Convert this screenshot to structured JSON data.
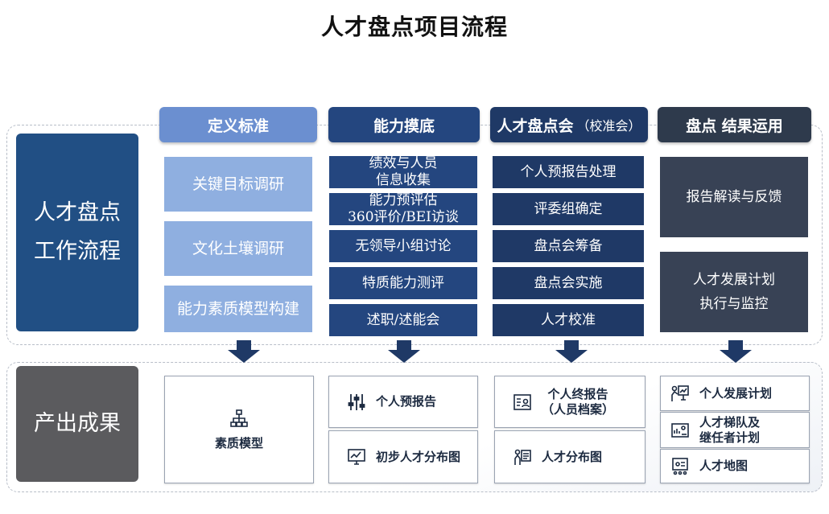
{
  "title": "人才盘点项目流程",
  "side": {
    "process": [
      "人才盘点",
      "工作流程"
    ],
    "output": "产出成果"
  },
  "headers": [
    {
      "label": "定义标准",
      "sub": ""
    },
    {
      "label": "能力摸底",
      "sub": ""
    },
    {
      "label": "人才盘点会",
      "sub": "（校准会）"
    },
    {
      "label": "盘点 结果运用",
      "sub": ""
    }
  ],
  "col1": [
    "关键目标调研",
    "文化土壤调研",
    "能力素质模型构建"
  ],
  "col2": [
    [
      "绩效与人员",
      "信息收集"
    ],
    [
      "能力预评估",
      "360评价/BEI访谈"
    ],
    [
      "无领导小组讨论"
    ],
    [
      "特质能力测评"
    ],
    [
      "述职/述能会"
    ]
  ],
  "col3": [
    "个人预报告处理",
    "评委组确定",
    "盘点会筹备",
    "盘点会实施",
    "人才校准"
  ],
  "col4": [
    [
      "报告解读与反馈"
    ],
    [
      "人才发展计划",
      "执行与监控"
    ]
  ],
  "outputs": {
    "col1": [
      {
        "label": [
          "素质模型"
        ],
        "icon": "org-chart-icon"
      }
    ],
    "col2": [
      {
        "label": [
          "个人预报告"
        ],
        "icon": "sliders-icon"
      },
      {
        "label": [
          "初步人才分布图"
        ],
        "icon": "monitor-chart-icon"
      }
    ],
    "col3": [
      {
        "label": [
          "个人终报告",
          "（人员档案）"
        ],
        "icon": "profile-card-icon"
      },
      {
        "label": [
          "人才分布图"
        ],
        "icon": "presenter-icon"
      }
    ],
    "col4": [
      {
        "label": [
          "个人发展计划"
        ],
        "icon": "board-presenter-icon"
      },
      {
        "label": [
          "人才梯队及",
          "继任者计划"
        ],
        "icon": "succession-icon"
      },
      {
        "label": [
          "人才地图"
        ],
        "icon": "map-board-icon"
      }
    ]
  },
  "colors": {
    "col1": "#8fafe0",
    "col2": "#24467f",
    "col3": "#1f3966",
    "col4": "#384255",
    "side_process": "#214f84",
    "side_output": "#5b5b5e"
  }
}
